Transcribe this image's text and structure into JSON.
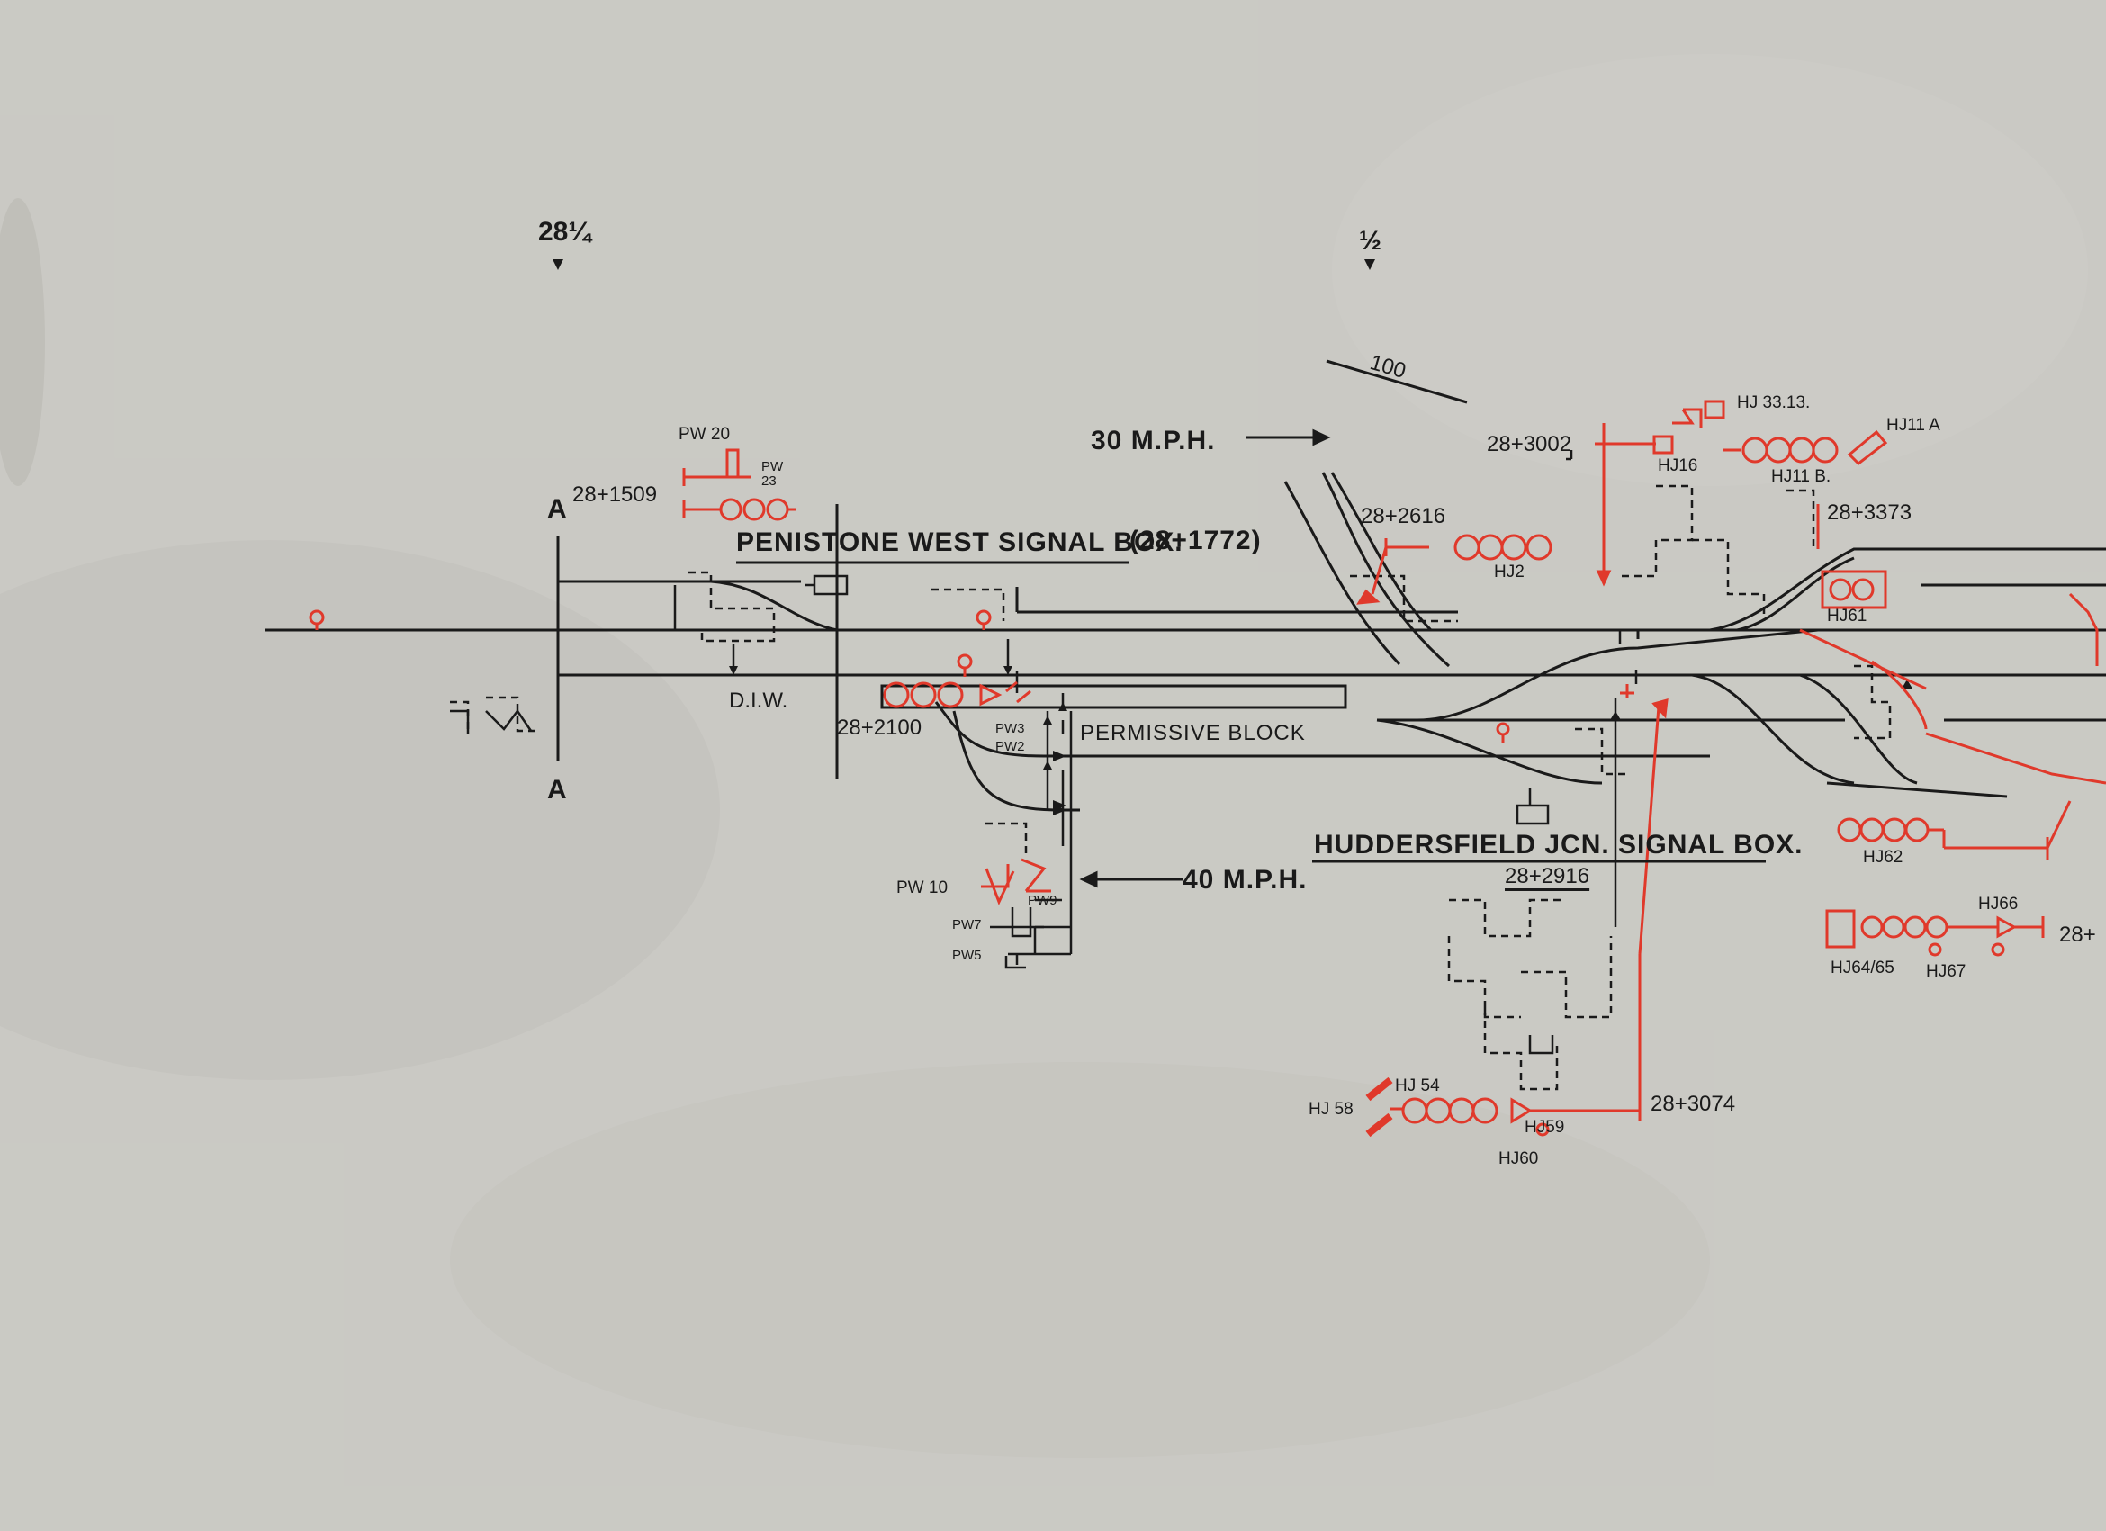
{
  "mileposts": {
    "m28_quarter": "28¼",
    "half": "½"
  },
  "gradient": "100",
  "speed_limits": {
    "upper": "30 M.P.H.",
    "lower": "40 M.P.H."
  },
  "section_marks": {
    "top": "A",
    "bottom": "A"
  },
  "signal_boxes": {
    "penistone_west": "PENISTONE WEST SIGNAL BOX.",
    "penistone_west_mileage": "(28+1772)",
    "huddersfield_jcn": "HUDDERSFIELD JCN. SIGNAL BOX.",
    "huddersfield_jcn_mileage": "28+2916"
  },
  "line_labels": {
    "diw": "D.I.W.",
    "permissive_block": "PERMISSIVE BLOCK"
  },
  "mileages": {
    "m1509": "28+1509",
    "m2100": "28+2100",
    "m2616": "28+2616",
    "m3002": "28+3002",
    "m3373": "28+3373",
    "m3074": "28+3074",
    "m_right_cut": "28+"
  },
  "signal_ids": {
    "pw20": "PW 20",
    "pw23_a": "PW",
    "pw23_b": "23",
    "pw10": "PW 10",
    "pw9": "PW9",
    "pw7": "PW7",
    "pw5": "PW5",
    "pw3": "PW3",
    "pw2": "PW2",
    "hj2": "HJ2",
    "hj16": "HJ16",
    "hj3313": "HJ 33.13.",
    "hj11a": "HJ11 A",
    "hj11b": "HJ11 B.",
    "hj61": "HJ61",
    "hj62": "HJ62",
    "hj66": "HJ66",
    "hj6465": "HJ64/65",
    "hj67": "HJ67",
    "hj54": "HJ 54",
    "hj58": "HJ 58",
    "hj59": "HJ59",
    "hj60": "HJ60"
  },
  "colors": {
    "paper": "#c9c8c3",
    "ink": "#1a1a1a",
    "red_ink": "#e0392b"
  }
}
